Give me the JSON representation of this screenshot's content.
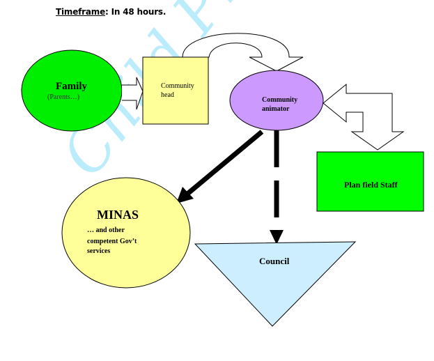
{
  "header": {
    "label": "Timeframe",
    "value": ": In 48 hours."
  },
  "watermark": "Child Protection",
  "nodes": {
    "family": {
      "title": "Family",
      "subtitle": "(Parents…)",
      "color": "#00ee00"
    },
    "community_head": {
      "line1": "Community",
      "line2": "head",
      "color": "#ffff99"
    },
    "community_animator": {
      "line1": "Community",
      "line2": "animator",
      "color": "#cc99ff"
    },
    "plan_field_staff": {
      "title": "Plan field Staff",
      "color": "#00ff00"
    },
    "minas": {
      "title": "MINAS",
      "line1": "… and other",
      "line2": "competent Gov’t",
      "line3": "services",
      "color": "#ffff99"
    },
    "council": {
      "title": "Council",
      "color": "#cceeff"
    }
  },
  "colors": {
    "watermark": "#b8ecfb",
    "stroke": "#000000"
  }
}
